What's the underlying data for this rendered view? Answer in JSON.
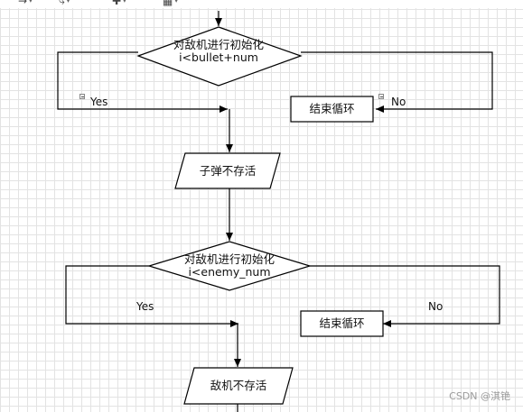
{
  "toolbar": {
    "items": [
      {
        "icon": "connection-arrow-icon",
        "glyph": "→"
      },
      {
        "icon": "waypoint-icon",
        "glyph": "⤷"
      },
      {
        "icon": "insert-plus-icon",
        "glyph": "✚"
      },
      {
        "icon": "table-icon",
        "glyph": "▦"
      }
    ],
    "dropdown_glyph": "▾"
  },
  "diagram": {
    "decision1": {
      "line1": "对敌机进行初始化",
      "line2": "i<bullet+num"
    },
    "decision1_yes": "Yes",
    "decision1_no": "No",
    "end_loop1": "结束循环",
    "process1": "子弹不存活",
    "decision2": {
      "line1": "对敌机进行初始化",
      "line2": "i<enemy_num"
    },
    "decision2_yes": "Yes",
    "decision2_no": "No",
    "end_loop2": "结束循环",
    "process2": "敌机不存活"
  },
  "watermark": "CSDN @淇铯"
}
